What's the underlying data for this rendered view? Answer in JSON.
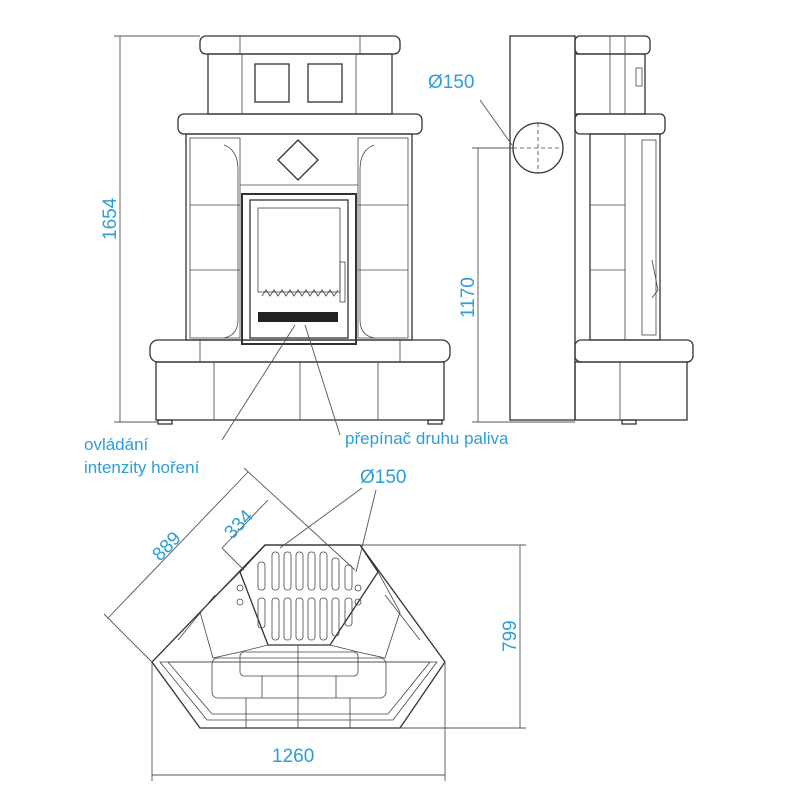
{
  "title": "Corner tiled stove dimension drawing",
  "dimensions": {
    "height_total": "1654",
    "flue_height": "1170",
    "flue_diameter_side": "Ø150",
    "flue_diameter_plan": "Ø150",
    "depth_diagonal": "889",
    "offset_diagonal": "334",
    "width": "1260",
    "depth": "799"
  },
  "labels": {
    "air_control_line1": "ovládání",
    "air_control_line2": "intenzity hoření",
    "fuel_switch": "přepínač druhu paliva"
  },
  "colors": {
    "annotation": "#2b9fd6",
    "line": "#333333"
  }
}
